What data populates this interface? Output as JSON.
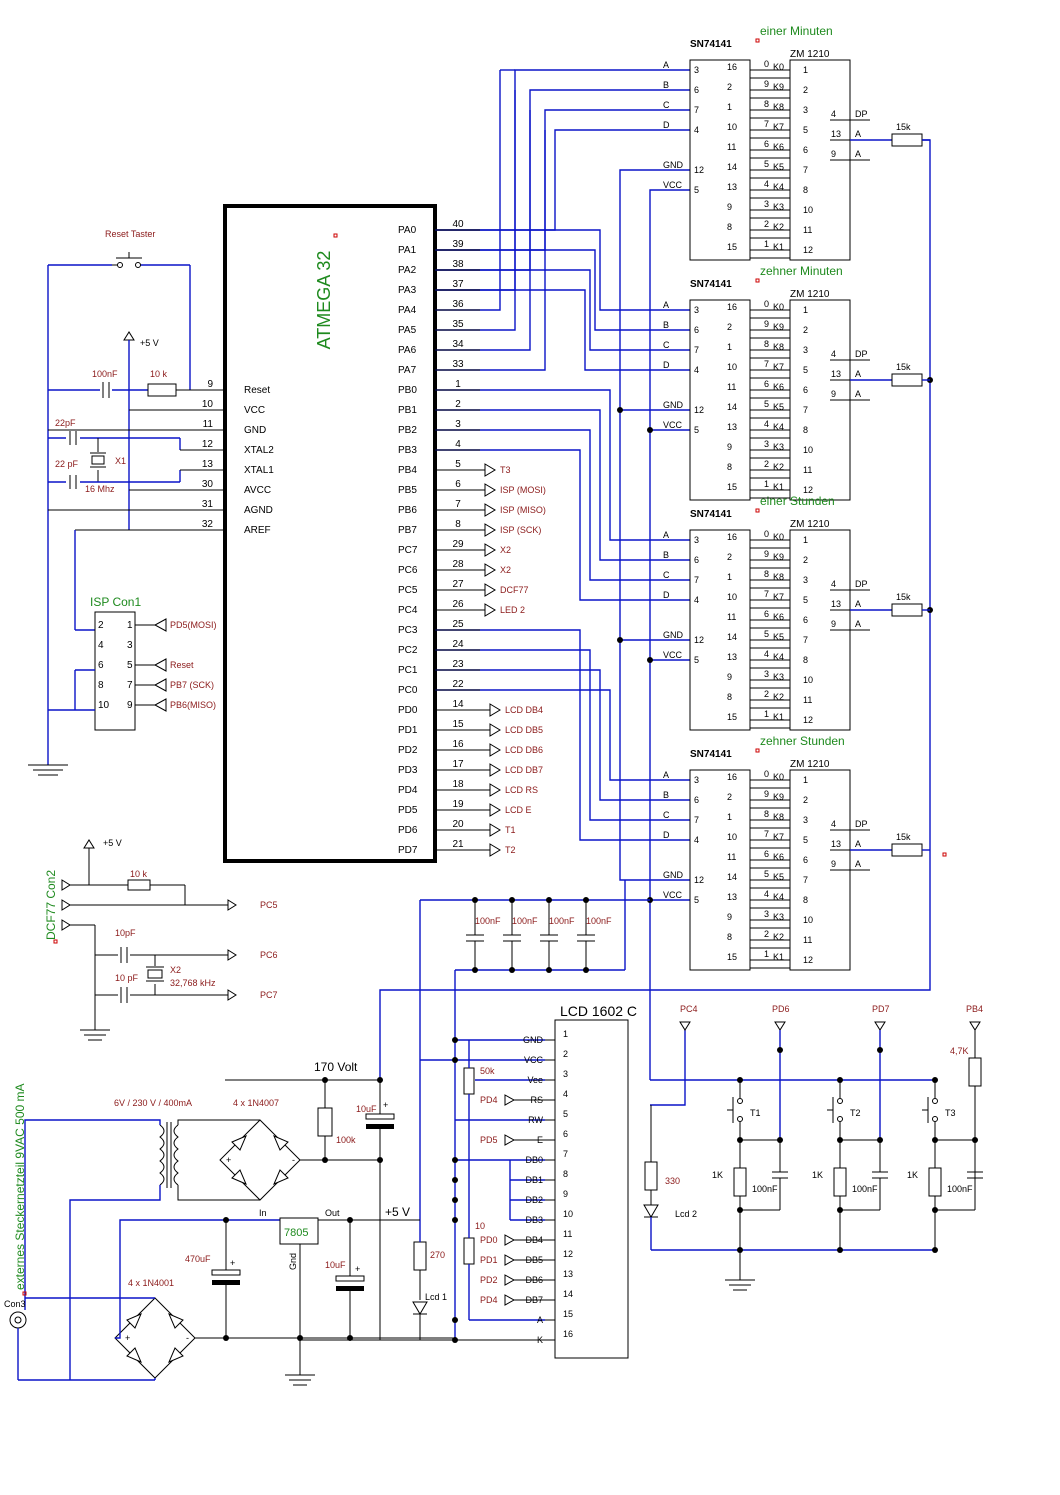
{
  "mcu": {
    "title": "ATMEGA 32",
    "left_pins": [
      {
        "num": "9",
        "name": "Reset"
      },
      {
        "num": "10",
        "name": "VCC"
      },
      {
        "num": "11",
        "name": "GND"
      },
      {
        "num": "12",
        "name": "XTAL2"
      },
      {
        "num": "13",
        "name": "XTAL1"
      },
      {
        "num": "30",
        "name": "AVCC"
      },
      {
        "num": "31",
        "name": "AGND"
      },
      {
        "num": "32",
        "name": "AREF"
      }
    ],
    "right_pins": [
      {
        "name": "PA0",
        "num": "40",
        "sig": ""
      },
      {
        "name": "PA1",
        "num": "39",
        "sig": ""
      },
      {
        "name": "PA2",
        "num": "38",
        "sig": ""
      },
      {
        "name": "PA3",
        "num": "37",
        "sig": ""
      },
      {
        "name": "PA4",
        "num": "36",
        "sig": ""
      },
      {
        "name": "PA5",
        "num": "35",
        "sig": ""
      },
      {
        "name": "PA6",
        "num": "34",
        "sig": ""
      },
      {
        "name": "PA7",
        "num": "33",
        "sig": ""
      },
      {
        "name": "PB0",
        "num": "1",
        "sig": ""
      },
      {
        "name": "PB1",
        "num": "2",
        "sig": ""
      },
      {
        "name": "PB2",
        "num": "3",
        "sig": ""
      },
      {
        "name": "PB3",
        "num": "4",
        "sig": ""
      },
      {
        "name": "PB4",
        "num": "5",
        "sig": "T3"
      },
      {
        "name": "PB5",
        "num": "6",
        "sig": "ISP  (MOSI)"
      },
      {
        "name": "PB6",
        "num": "7",
        "sig": "ISP  (MISO)"
      },
      {
        "name": "PB7",
        "num": "8",
        "sig": "ISP  (SCK)"
      },
      {
        "name": "PC7",
        "num": "29",
        "sig": "X2"
      },
      {
        "name": "PC6",
        "num": "28",
        "sig": "X2"
      },
      {
        "name": "PC5",
        "num": "27",
        "sig": "DCF77"
      },
      {
        "name": "PC4",
        "num": "26",
        "sig": "LED 2"
      },
      {
        "name": "PC3",
        "num": "25",
        "sig": ""
      },
      {
        "name": "PC2",
        "num": "24",
        "sig": ""
      },
      {
        "name": "PC1",
        "num": "23",
        "sig": ""
      },
      {
        "name": "PC0",
        "num": "22",
        "sig": ""
      },
      {
        "name": "PD0",
        "num": "14",
        "sig": "LCD DB4"
      },
      {
        "name": "PD1",
        "num": "15",
        "sig": "LCD DB5"
      },
      {
        "name": "PD2",
        "num": "16",
        "sig": "LCD DB6"
      },
      {
        "name": "PD3",
        "num": "17",
        "sig": "LCD DB7"
      },
      {
        "name": "PD4",
        "num": "18",
        "sig": "LCD RS"
      },
      {
        "name": "PD5",
        "num": "19",
        "sig": "LCD E"
      },
      {
        "name": "PD6",
        "num": "20",
        "sig": "T1"
      },
      {
        "name": "PD7",
        "num": "21",
        "sig": "T2"
      }
    ]
  },
  "decoders": [
    {
      "chip": "SN74141",
      "label": "einer Minuten",
      "tube": "ZM 1210",
      "resistor": "15k"
    },
    {
      "chip": "SN74141",
      "label": "zehner Minuten",
      "tube": "ZM 1210",
      "resistor": "15k"
    },
    {
      "chip": "SN74141",
      "label": "einer Stunden",
      "tube": "ZM 1210",
      "resistor": "15k"
    },
    {
      "chip": "SN74141",
      "label": "zehner Stunden",
      "tube": "ZM 1210",
      "resistor": "15k"
    }
  ],
  "decoder_inputs": [
    {
      "sig": "A",
      "pin": "3"
    },
    {
      "sig": "B",
      "pin": "6"
    },
    {
      "sig": "C",
      "pin": "7"
    },
    {
      "sig": "D",
      "pin": "4"
    },
    {
      "sig": "GND",
      "pin": "12"
    },
    {
      "sig": "VCC",
      "pin": "5"
    }
  ],
  "decoder_outputs": [
    {
      "pin": "16",
      "k": "K0",
      "tube": "1"
    },
    {
      "pin": "2",
      "k": "K9",
      "tube": "2"
    },
    {
      "pin": "1",
      "k": "K8",
      "tube": "3"
    },
    {
      "pin": "10",
      "k": "K7",
      "tube": "5"
    },
    {
      "pin": "11",
      "k": "K6",
      "tube": "6"
    },
    {
      "pin": "14",
      "k": "K5",
      "tube": "7"
    },
    {
      "pin": "13",
      "k": "K4",
      "tube": "8"
    },
    {
      "pin": "9",
      "k": "K3",
      "tube": "10"
    },
    {
      "pin": "8",
      "k": "K2",
      "tube": "11"
    },
    {
      "pin": "15",
      "k": "K1",
      "tube": "12"
    }
  ],
  "decoder_out_left": [
    "0",
    "9",
    "8",
    "7",
    "6",
    "5",
    "4",
    "3",
    "2",
    "1"
  ],
  "tube_side": [
    {
      "num": "4",
      "lbl": "DP"
    },
    {
      "num": "13",
      "lbl": "A"
    },
    {
      "num": "9",
      "lbl": "A"
    }
  ],
  "reset": {
    "label": "Reset Taster",
    "vcc": "+5 V",
    "cap": "100nF",
    "res": "10 k"
  },
  "crystal": {
    "c1": "22pF",
    "c2": "22 pF",
    "name": "X1",
    "freq": "16 Mhz"
  },
  "isp": {
    "title": "ISP Con1",
    "pins": [
      [
        "2",
        "1"
      ],
      [
        "4",
        "3"
      ],
      [
        "6",
        "5"
      ],
      [
        "8",
        "7"
      ],
      [
        "10",
        "9"
      ]
    ],
    "signals": [
      "PD5(MOSI)",
      "Reset",
      "PB7 (SCK)",
      "PB6(MISO)"
    ]
  },
  "dcf": {
    "title": "DCF77 Con2",
    "vcc": "+5 V",
    "res": "10 k",
    "pc5": "PC5",
    "c1": "10pF",
    "c2": "10 pF",
    "x": "X2",
    "freq": "32,768 kHz",
    "pc6": "PC6",
    "pc7": "PC7"
  },
  "caps_row": [
    "100nF",
    "100nF",
    "100nF",
    "100nF"
  ],
  "lcd": {
    "title": "LCD 1602 C",
    "pins": [
      {
        "sig": "GND",
        "num": "1",
        "src": ""
      },
      {
        "sig": "VCC",
        "num": "2",
        "src": ""
      },
      {
        "sig": "Vee",
        "num": "3",
        "src": ""
      },
      {
        "sig": "RS",
        "num": "4",
        "src": "PD4"
      },
      {
        "sig": "RW",
        "num": "5",
        "src": ""
      },
      {
        "sig": "E",
        "num": "6",
        "src": "PD5"
      },
      {
        "sig": "DB0",
        "num": "7",
        "src": ""
      },
      {
        "sig": "DB1",
        "num": "8",
        "src": ""
      },
      {
        "sig": "DB2",
        "num": "9",
        "src": ""
      },
      {
        "sig": "DB3",
        "num": "10",
        "src": ""
      },
      {
        "sig": "DB4",
        "num": "11",
        "src": "PD0"
      },
      {
        "sig": "DB5",
        "num": "12",
        "src": "PD1"
      },
      {
        "sig": "DB6",
        "num": "13",
        "src": "PD2"
      },
      {
        "sig": "DB7",
        "num": "14",
        "src": "PD4"
      },
      {
        "sig": "A",
        "num": "15",
        "src": ""
      },
      {
        "sig": "K",
        "num": "16",
        "src": ""
      }
    ],
    "pot": "50k",
    "res": "10",
    "res2": "270",
    "led": "Lcd 1"
  },
  "power": {
    "hv": "170 Volt",
    "trafo": "6V / 230 V / 400mA",
    "bridge1": "4 x 1N4007",
    "cap1": "10uF",
    "res1": "100k",
    "bridge2": "4 x 1N4001",
    "cap2": "470uF",
    "reg": "7805",
    "in": "In",
    "out": "Out",
    "gnd": "Gnd",
    "cap3": "10uF",
    "v5": "+5 V",
    "ext": "externes Steckernetzteil 9VAC 500 mA",
    "con": "Con3",
    "plus": "+",
    "minus": "-"
  },
  "buttons": {
    "pc4": "PC4",
    "pd6": "PD6",
    "pd7": "PD7",
    "pb4": "PB4",
    "res_led": "330",
    "led2": "Lcd 2",
    "r47": "4,7K",
    "items": [
      {
        "name": "T1",
        "res": "1K",
        "cap": "100nF"
      },
      {
        "name": "T2",
        "res": "1K",
        "cap": "100nF"
      },
      {
        "name": "T3",
        "res": "1K",
        "cap": "100nF"
      }
    ]
  }
}
